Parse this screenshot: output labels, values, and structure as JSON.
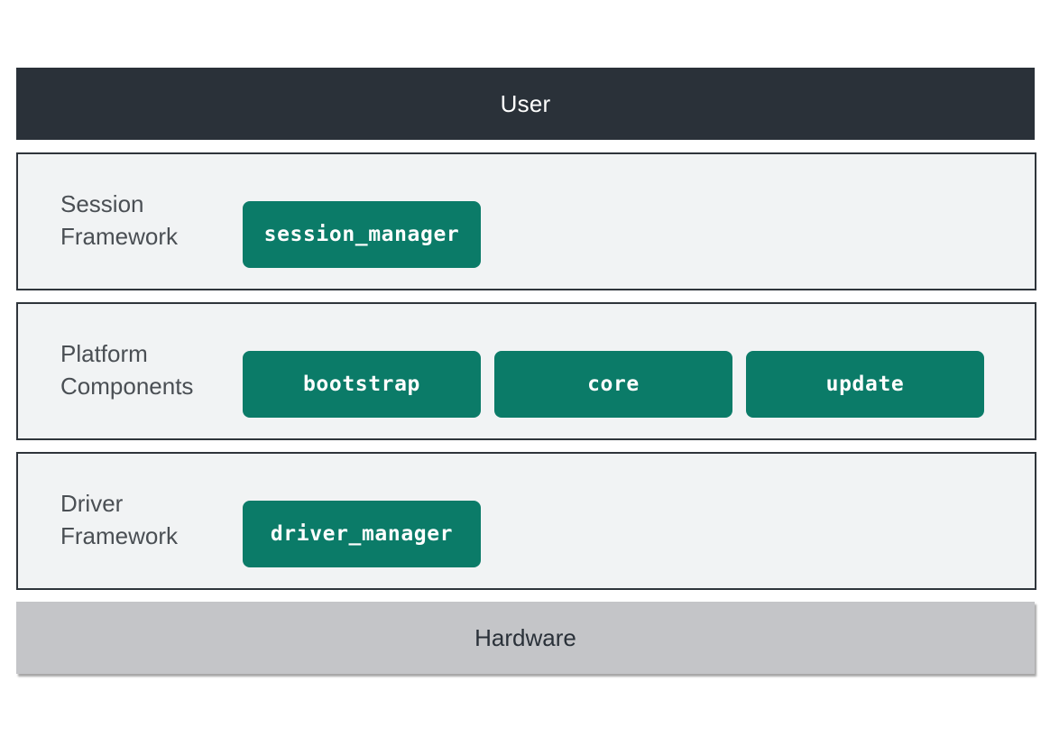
{
  "user": {
    "label": "User"
  },
  "layers": [
    {
      "label_line1": "Session",
      "label_line2": "Framework",
      "components": [
        "session_manager"
      ]
    },
    {
      "label_line1": "Platform",
      "label_line2": "Components",
      "components": [
        "bootstrap",
        "core",
        "update"
      ]
    },
    {
      "label_line1": "Driver",
      "label_line2": "Framework",
      "components": [
        "driver_manager"
      ]
    }
  ],
  "hardware": {
    "label": "Hardware"
  },
  "colors": {
    "user_bar": "#2a3139",
    "layer_bg": "#f1f3f4",
    "component": "#0b7b68",
    "hardware_bar": "#c4c5c8"
  }
}
